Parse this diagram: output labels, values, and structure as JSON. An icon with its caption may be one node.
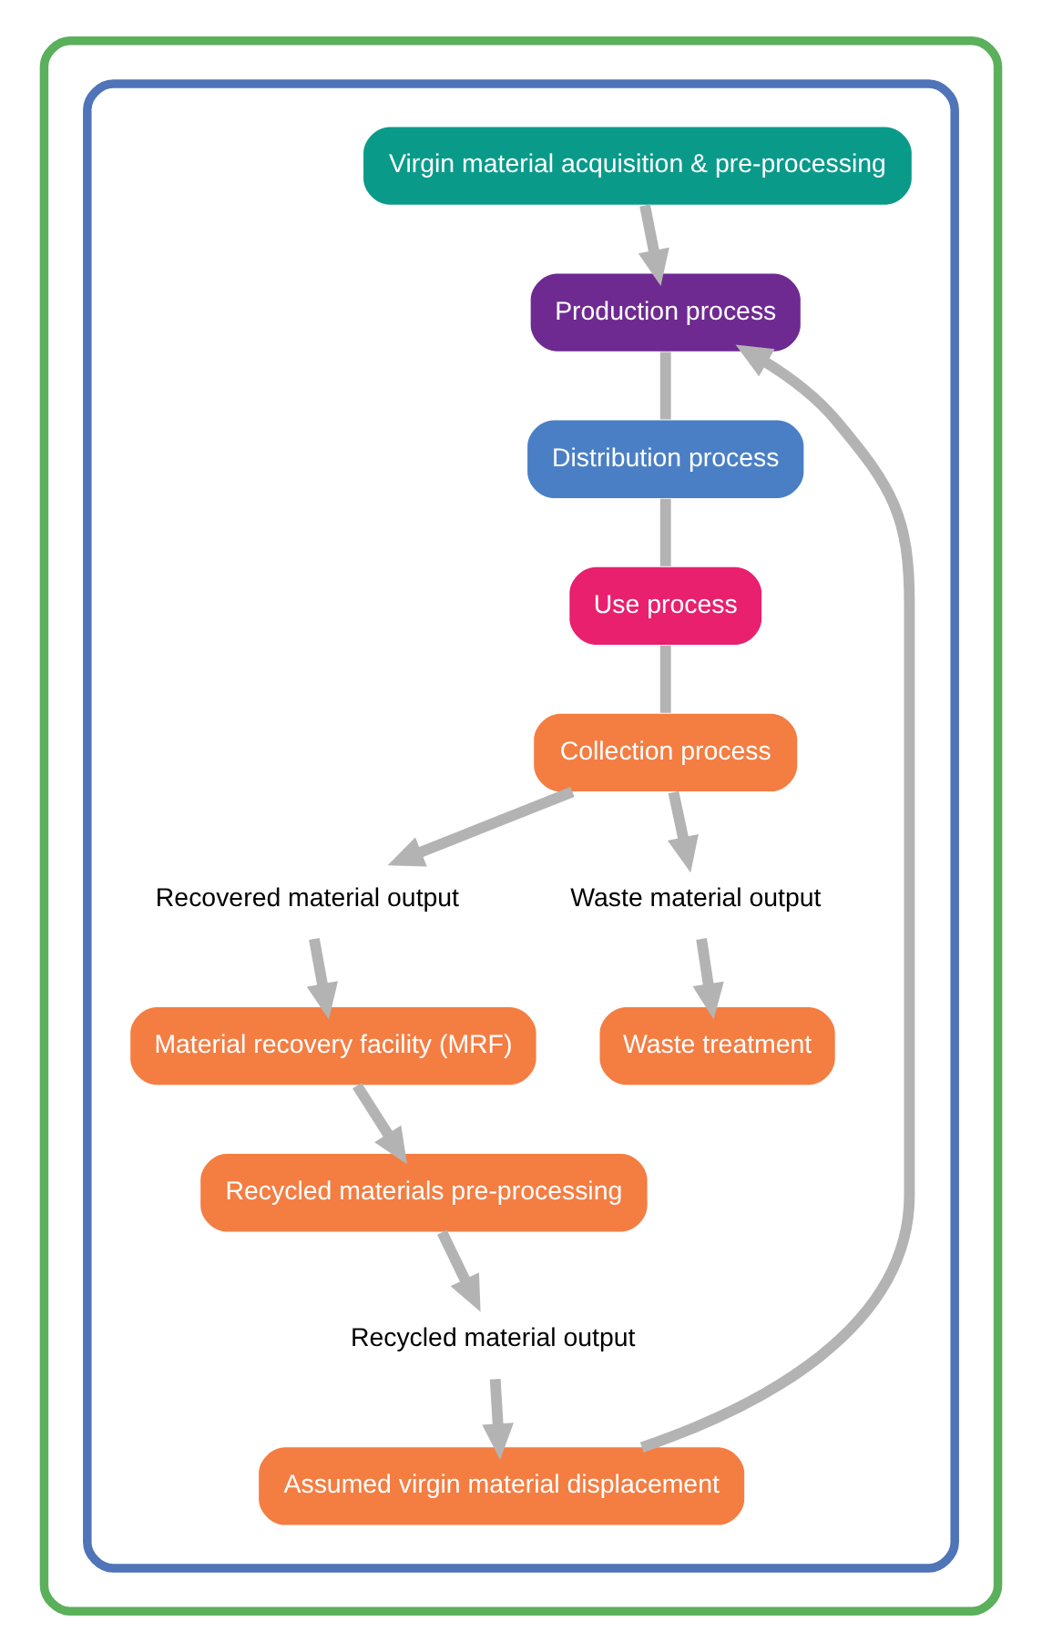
{
  "diagram": {
    "nodes": [
      {
        "text": [],
        "shape": "box"
      },
      {
        "text": [],
        "shape": "box",
        "in": 0
      },
      {
        "text": [
          "Virgin material acquisition & pre-processing"
        ],
        "in": 1
      },
      {
        "text": [
          "Production process"
        ],
        "in": 1
      },
      {
        "text": [
          "Distribution process"
        ],
        "in": 1
      },
      {
        "text": [
          "Use process"
        ],
        "in": 1
      },
      {
        "text": [
          "Collection process"
        ],
        "in": 1
      },
      {
        "text": [
          "Recovered material output"
        ],
        "in": 1
      },
      {
        "text": [
          "Waste material output"
        ],
        "in": 1
      },
      {
        "text": [
          "Waste treatment"
        ],
        "in": 1
      },
      {
        "text": [
          "Material recovery facility (MRF)"
        ],
        "in": 1
      },
      {
        "text": [
          "Recycled materials pre-processing"
        ],
        "in": 1
      },
      {
        "text": [
          "Recycled material output"
        ],
        "in": 1
      },
      {
        "text": [
          "Assumed virgin material displacement"
        ],
        "in": 1
      }
    ],
    "edges": [
      {
        "from": 2,
        "to": 3,
        "arrow": "to"
      },
      {
        "from": 3,
        "to": 4,
        "arrow": "none"
      },
      {
        "from": 4,
        "to": 5,
        "arrow": "none"
      },
      {
        "from": 5,
        "to": 6,
        "arrow": "none"
      },
      {
        "from": 6,
        "to": 7,
        "arrow": "to"
      },
      {
        "from": 6,
        "to": 8,
        "arrow": "to"
      },
      {
        "from": 8,
        "to": 9,
        "arrow": "to"
      },
      {
        "from": 7,
        "to": 10,
        "arrow": "to"
      },
      {
        "from": 10,
        "to": 11,
        "arrow": "to"
      },
      {
        "from": 11,
        "to": 12,
        "arrow": "to"
      },
      {
        "from": 12,
        "to": 13,
        "arrow": "to"
      },
      {
        "from": 13,
        "to": 3,
        "arrow": "to"
      }
    ]
  }
}
